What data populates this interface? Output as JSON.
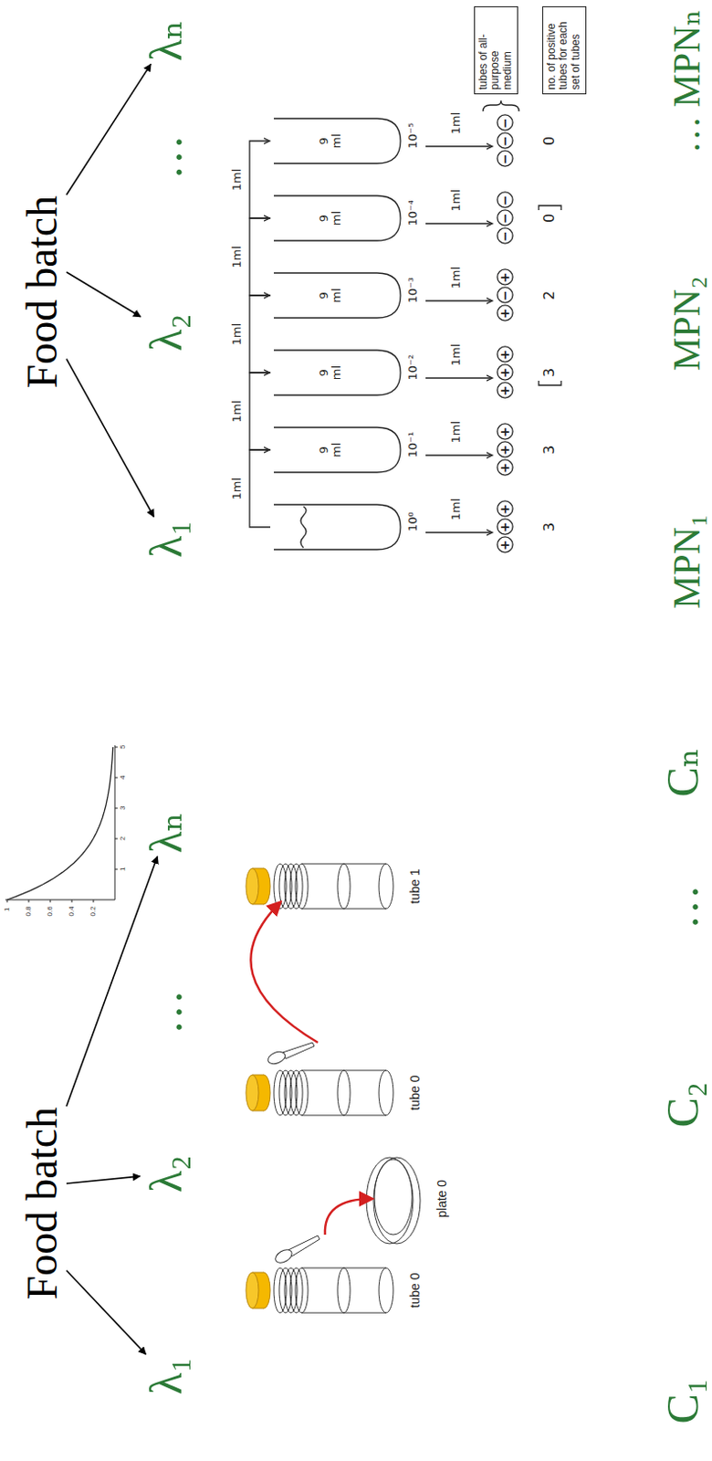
{
  "diagram": {
    "nodes": [
      {
        "text": [
          "Food batch"
        ]
      },
      {
        "text": [
          "λ₁"
        ]
      },
      {
        "text": [
          "λ₂"
        ]
      },
      {
        "text": [
          "λₙ"
        ]
      },
      {
        "text": [
          "Food batch"
        ]
      },
      {
        "text": [
          "λ₁"
        ]
      },
      {
        "text": [
          "λ₂"
        ]
      },
      {
        "text": [
          "λₙ"
        ]
      },
      {
        "text": [
          "tubes of all-purpose medium"
        ]
      },
      {
        "text": [
          "no. of positive tubes for each set of tubes"
        ]
      },
      {
        "text": [
          "+"
        ]
      },
      {
        "text": [
          "+"
        ]
      },
      {
        "text": [
          "+"
        ]
      },
      {
        "text": [
          "+"
        ]
      },
      {
        "text": [
          "+"
        ]
      },
      {
        "text": [
          "+"
        ]
      },
      {
        "text": [
          "+"
        ]
      },
      {
        "text": [
          "+"
        ]
      },
      {
        "text": [
          "+"
        ]
      },
      {
        "text": [
          "+"
        ]
      },
      {
        "text": [
          "−"
        ]
      },
      {
        "text": [
          "+"
        ]
      },
      {
        "text": [
          "−"
        ]
      },
      {
        "text": [
          "−"
        ]
      },
      {
        "text": [
          "−"
        ]
      },
      {
        "text": [
          "−"
        ]
      },
      {
        "text": [
          "−"
        ]
      },
      {
        "text": [
          "−"
        ]
      }
    ],
    "edges": [
      {
        "from": 0,
        "to": 1,
        "arrow": "to"
      },
      {
        "from": 0,
        "to": 2,
        "arrow": "to"
      },
      {
        "from": 0,
        "to": 3,
        "arrow": "to"
      },
      {
        "from": 4,
        "to": 5,
        "arrow": "to"
      },
      {
        "from": 4,
        "to": 6,
        "arrow": "to"
      },
      {
        "from": 4,
        "to": 7,
        "arrow": "to"
      }
    ],
    "labels": [
      "…",
      "tube 0",
      "plate 0",
      "tube 0",
      "tube 1",
      "C₁",
      "C₂",
      "…",
      "Cₙ",
      "1",
      "0.8",
      "0.6",
      "0.4",
      "0.2",
      "1",
      "2",
      "3",
      "4",
      "5",
      "…",
      "1ml",
      "1ml",
      "1ml",
      "1ml",
      "1ml",
      "9 ml",
      "9 ml",
      "9 ml",
      "9 ml",
      "9 ml",
      "10⁰",
      "10⁻¹",
      "10⁻²",
      "10⁻³",
      "10⁻⁴",
      "10⁻⁵",
      "1ml",
      "1ml",
      "1ml",
      "1ml",
      "1ml",
      "1ml",
      "3",
      "3",
      "3",
      "2",
      "0",
      "0",
      "MPN₁",
      "MPN₂",
      "…",
      "MPNₙ"
    ]
  }
}
